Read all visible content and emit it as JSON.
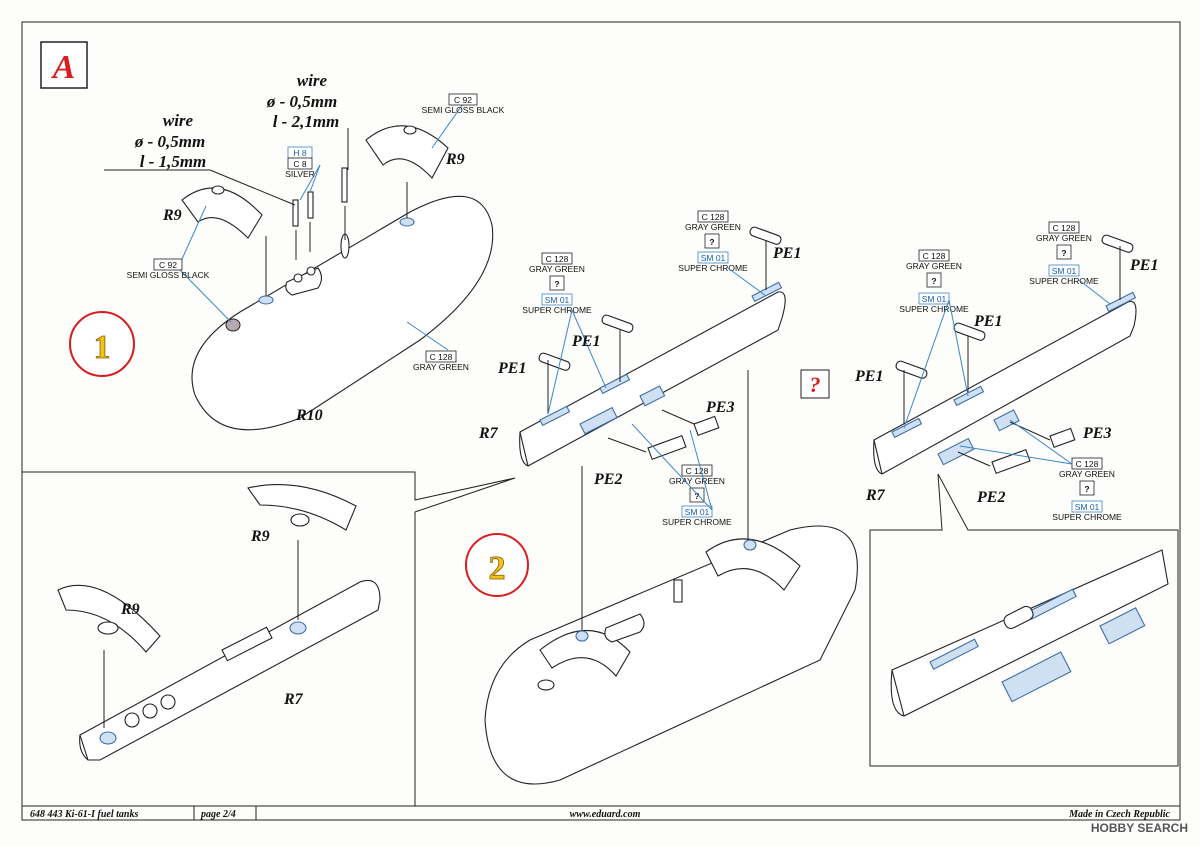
{
  "sheet_letter": "A",
  "step_numbers": [
    "1",
    "2"
  ],
  "unknown_marker": "?",
  "wire_notes": [
    {
      "title": "wire",
      "diameter": "ø - 0,5mm",
      "length": "l - 2,1mm"
    },
    {
      "title": "wire",
      "diameter": "ø - 0,5mm",
      "length": "l - 1,5mm"
    }
  ],
  "colors": {
    "c92": {
      "code": "C 92",
      "name": "SEMI GLOSS BLACK"
    },
    "h8": {
      "code": "H 8"
    },
    "c8": {
      "code": "C 8",
      "name": "SILVER"
    },
    "c128": {
      "code": "C 128",
      "name": "GRAY GREEN"
    },
    "sm01": {
      "code": "SM 01",
      "name": "SUPER CHROME"
    },
    "unknown": "?"
  },
  "parts": {
    "r9": "R9",
    "r10": "R10",
    "r7": "R7",
    "pe1": "PE1",
    "pe2": "PE2",
    "pe3": "PE3"
  },
  "footer": {
    "product": "648 443  Ki-61-I fuel tanks",
    "page": "page 2/4",
    "website": "www.eduard.com",
    "origin": "Made in Czech Republic",
    "watermark": "HOBBY SEARCH"
  },
  "accent_colors": {
    "paint_blue": "#3d86c9",
    "part_fill": "#cfe0f2",
    "step_fill": "#f0c419",
    "step_ring": "#d81e1e"
  }
}
